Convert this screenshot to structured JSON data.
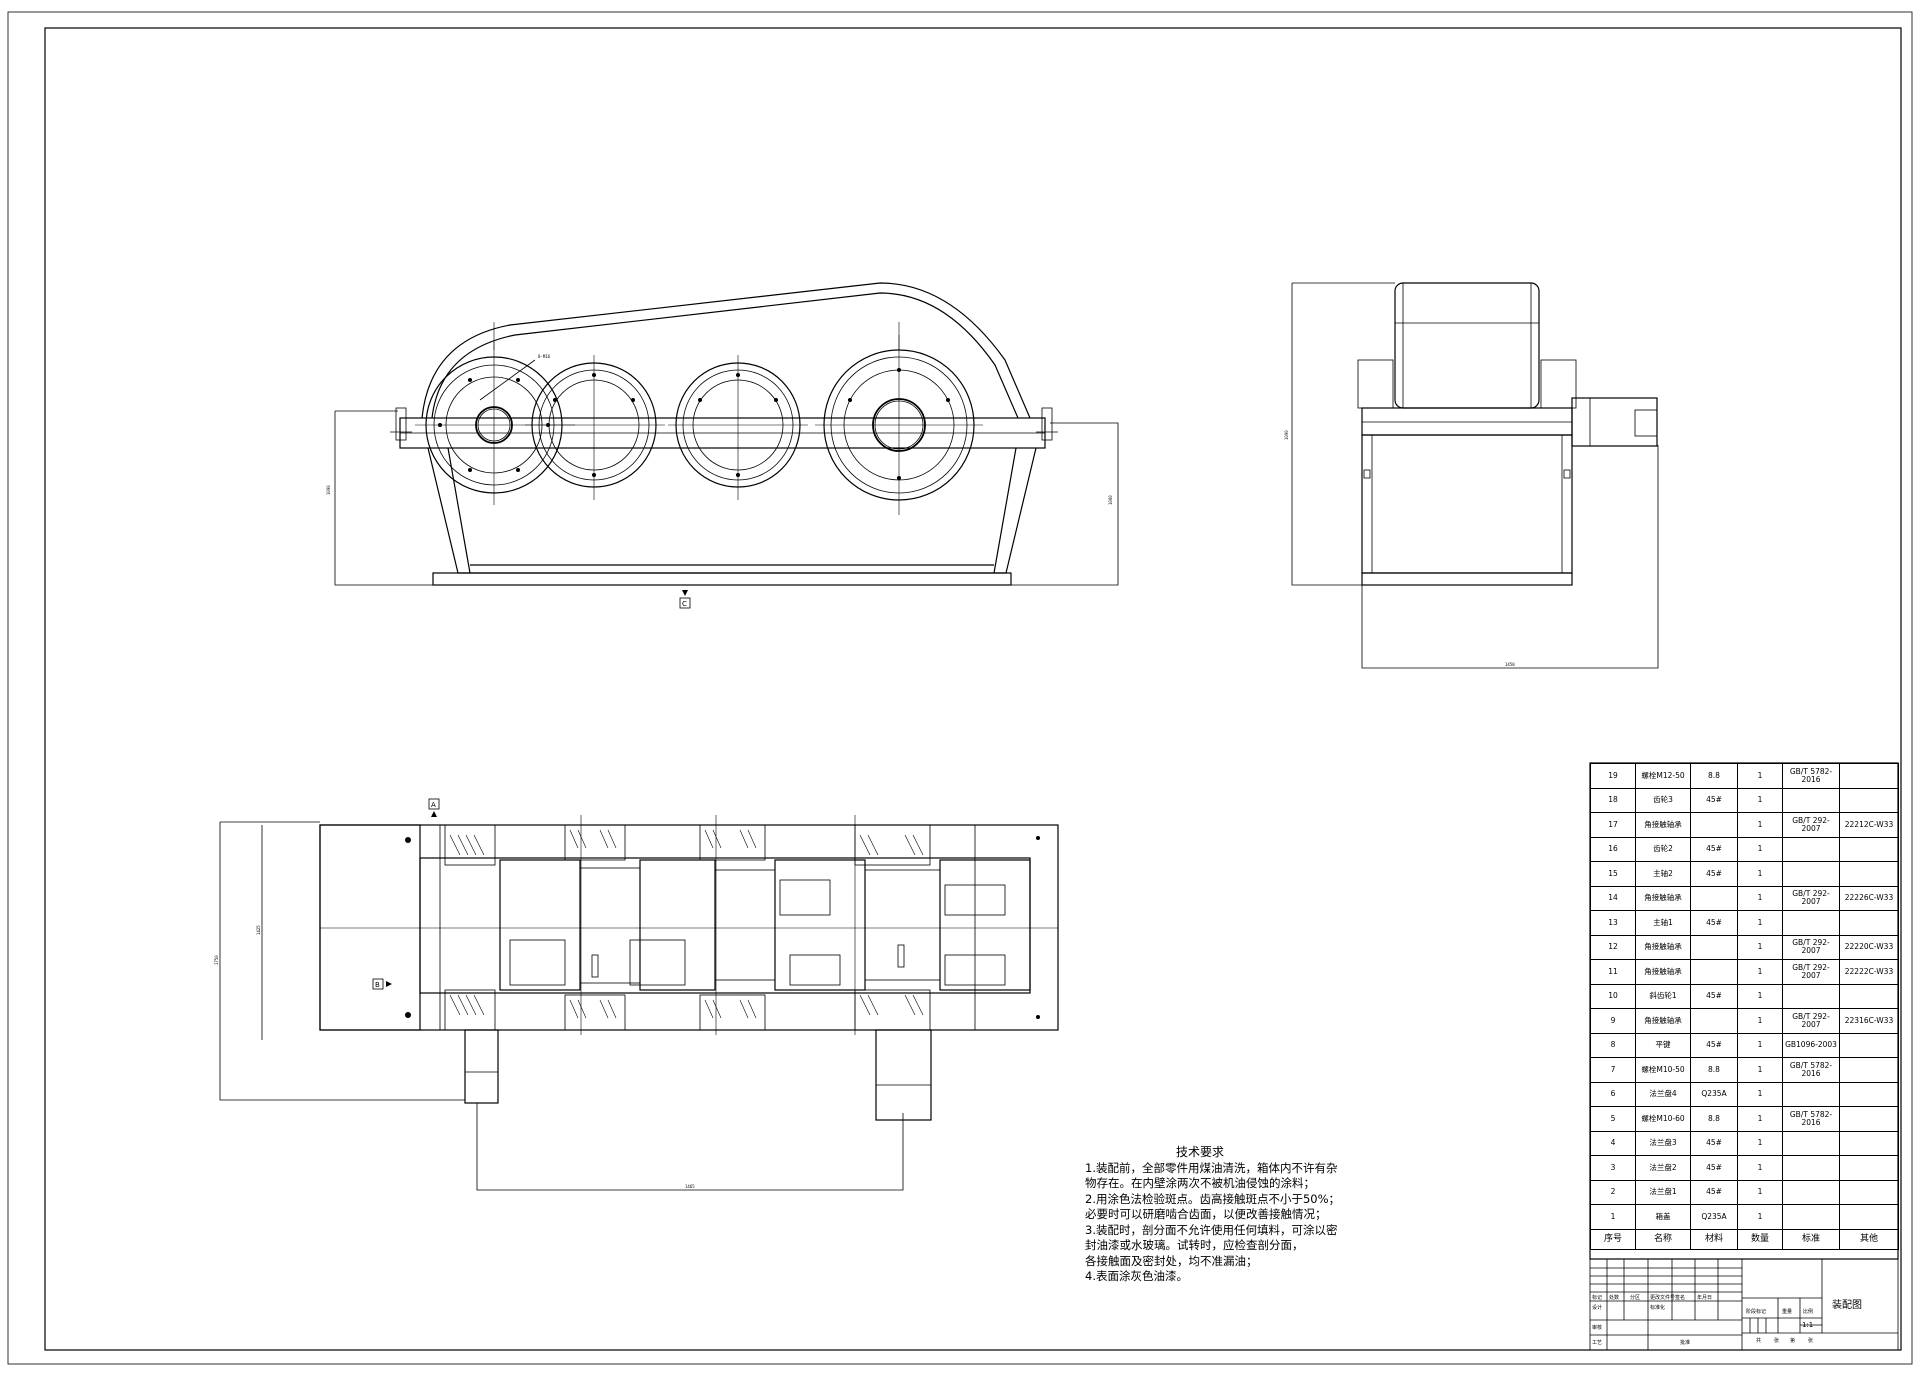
{
  "technical_requirements": {
    "title": "技术要求",
    "lines": [
      "1.装配前，全部零件用煤油清洗，箱体内不许有杂",
      "物存在。在内壁涂两次不被机油侵蚀的涂料；",
      "2.用涂色法检验斑点。齿高接触斑点不小于50%；",
      "必要时可以研磨啮合齿面，以便改善接触情况；",
      "3.装配时，剖分面不允许使用任何填料，可涂以密",
      "封油漆或水玻璃。试转时，应检查剖分面，",
      "各接触面及密封处，均不准漏油；",
      "4.表面涂灰色油漆。"
    ]
  },
  "section_markers": {
    "a": "A",
    "b": "B",
    "c": "C"
  },
  "bom": {
    "headers": [
      "序号",
      "名称",
      "材料",
      "数量",
      "标准",
      "其他"
    ],
    "rows": [
      [
        "19",
        "螺栓M12-50",
        "8.8",
        "1",
        "GB/T 5782-2016",
        ""
      ],
      [
        "18",
        "齿轮3",
        "45#",
        "1",
        "",
        ""
      ],
      [
        "17",
        "角接触轴承",
        "",
        "1",
        "GB/T 292-2007",
        "22212C-W33"
      ],
      [
        "16",
        "齿轮2",
        "45#",
        "1",
        "",
        ""
      ],
      [
        "15",
        "主轴2",
        "45#",
        "1",
        "",
        ""
      ],
      [
        "14",
        "角接触轴承",
        "",
        "1",
        "GB/T 292-2007",
        "22226C-W33"
      ],
      [
        "13",
        "主轴1",
        "45#",
        "1",
        "",
        ""
      ],
      [
        "12",
        "角接触轴承",
        "",
        "1",
        "GB/T 292-2007",
        "22220C-W33"
      ],
      [
        "11",
        "角接触轴承",
        "",
        "1",
        "GB/T 292-2007",
        "22222C-W33"
      ],
      [
        "10",
        "斜齿轮1",
        "45#",
        "1",
        "",
        ""
      ],
      [
        "9",
        "角接触轴承",
        "",
        "1",
        "GB/T 292-2007",
        "22316C-W33"
      ],
      [
        "8",
        "平键",
        "45#",
        "1",
        "GB1096-2003",
        ""
      ],
      [
        "7",
        "螺栓M10-50",
        "8.8",
        "1",
        "GB/T 5782-2016",
        ""
      ],
      [
        "6",
        "法兰盘4",
        "Q235A",
        "1",
        "",
        ""
      ],
      [
        "5",
        "螺栓M10-60",
        "8.8",
        "1",
        "GB/T 5782-2016",
        ""
      ],
      [
        "4",
        "法兰盘3",
        "45#",
        "1",
        "",
        ""
      ],
      [
        "3",
        "法兰盘2",
        "45#",
        "1",
        "",
        ""
      ],
      [
        "2",
        "法兰盘1",
        "45#",
        "1",
        "",
        ""
      ],
      [
        "1",
        "箱盖",
        "Q235A",
        "1",
        "",
        ""
      ]
    ]
  },
  "title_block": {
    "drawing_name": "装配图",
    "scale": "1:1",
    "labels": {
      "mark": "标记",
      "count": "处数",
      "zone": "分区",
      "doc_no": "更改文件号",
      "sign": "签名",
      "date": "年月日",
      "design": "设计",
      "std": "标准化",
      "stage_mark": "阶段标记",
      "weight": "重量",
      "ratio": "比例",
      "review": "审核",
      "process": "工艺",
      "approve": "批准",
      "total": "共",
      "sheet_unit": "张",
      "page_no": "第",
      "page_unit": "张"
    }
  }
}
